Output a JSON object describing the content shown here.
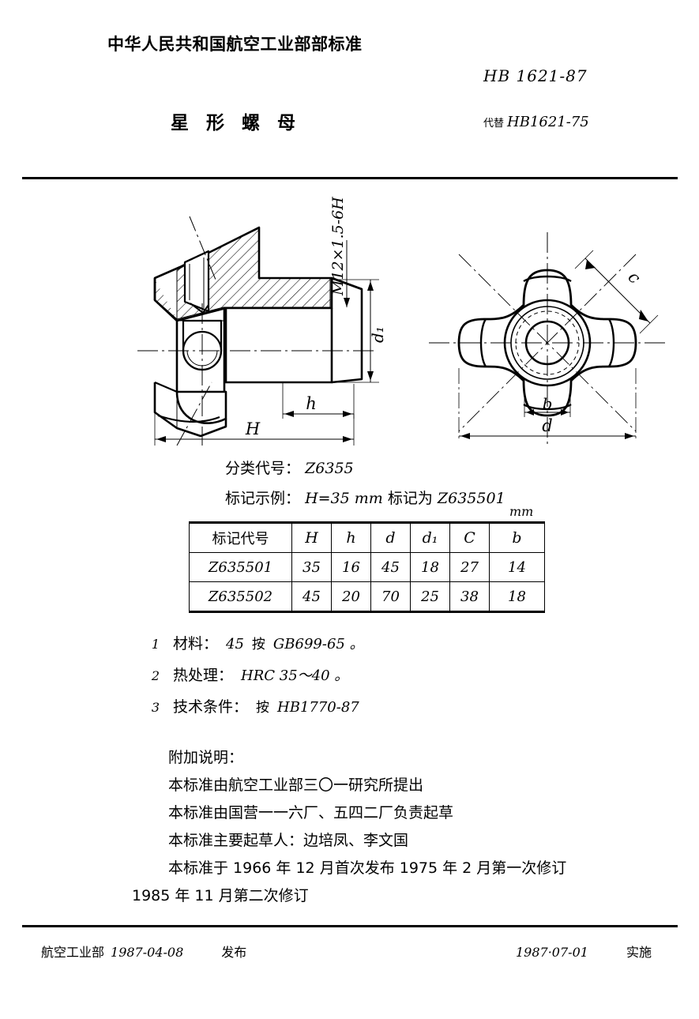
{
  "header": {
    "department_line": "中华人民共和国航空工业部部标准",
    "standard_number": "HB 1621-87",
    "title": "星形螺母",
    "replaces_prefix": "代替",
    "replaces_number": "HB1621-75"
  },
  "drawing": {
    "left_view_labels": {
      "thread": "M12×1.5-6H",
      "d1": "d₁",
      "h": "h",
      "H": "H"
    },
    "right_view_labels": {
      "c": "c",
      "b": "b",
      "d": "d"
    }
  },
  "spec": {
    "class_code_label": "分类代号：",
    "class_code_value": "Z6355",
    "mark_example_label": "标记示例：",
    "mark_example_dim": "H=35 mm",
    "mark_example_mid": "标记为",
    "mark_example_code": "Z635501",
    "unit": "mm"
  },
  "table": {
    "headers": [
      "标记代号",
      "H",
      "h",
      "d",
      "d₁",
      "C",
      "b"
    ],
    "rows": [
      [
        "Z635501",
        "35",
        "16",
        "45",
        "18",
        "27",
        "14"
      ],
      [
        "Z635502",
        "45",
        "20",
        "70",
        "25",
        "38",
        "18"
      ]
    ]
  },
  "notes": [
    {
      "num": "1",
      "label": "材料：",
      "value": "45",
      "mid": "按",
      "value2": "GB699-65 。"
    },
    {
      "num": "2",
      "label": "热处理：",
      "value": "HRC 35～40 。",
      "mid": "",
      "value2": ""
    },
    {
      "num": "3",
      "label": "技术条件：",
      "value": "",
      "mid": "按",
      "value2": "HB1770-87"
    }
  ],
  "addendum": {
    "title": "附加说明：",
    "lines": [
      "本标准由航空工业部三〇一研究所提出",
      "本标准由国营一一六厂、五四二厂负责起草",
      "本标准主要起草人：边培凤、李文国",
      "本标准于 1966 年 12 月首次发布 1975 年 2 月第一次修订",
      "1985 年 11 月第二次修订"
    ]
  },
  "footer": {
    "issuer": "航空工业部",
    "issue_date": "1987-04-08",
    "issue_action": "发布",
    "effective_date": "1987·07-01",
    "effective_action": "实施"
  }
}
